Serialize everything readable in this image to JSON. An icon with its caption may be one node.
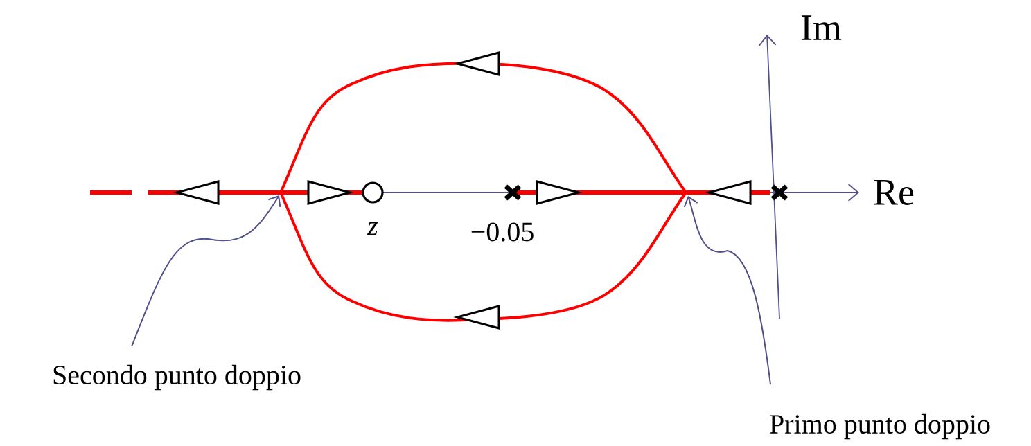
{
  "diagram": {
    "nodes": [
      {
        "text": [
          "Secondo punto doppio"
        ]
      },
      {
        "text": [
          "Primo punto doppio"
        ]
      }
    ],
    "edges": [
      {
        "from": 0,
        "to": null,
        "arrow": "to"
      },
      {
        "from": 1,
        "to": null,
        "arrow": "to"
      }
    ],
    "labels": [
      "Im",
      "Re",
      "z",
      "−0.05"
    ]
  }
}
